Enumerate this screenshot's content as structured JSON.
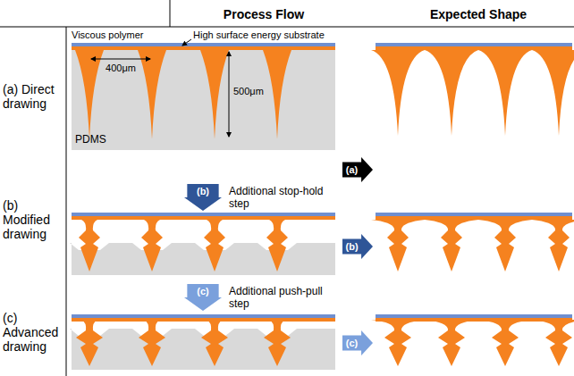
{
  "diagram": {
    "nodes": [
      {
        "text": [
          "(a)"
        ]
      },
      {
        "text": [
          "(b)"
        ]
      },
      {
        "text": [
          "(b)"
        ]
      },
      {
        "text": [
          "(c)"
        ]
      },
      {
        "text": [
          "(c)"
        ]
      }
    ],
    "labels": [
      "Process Flow",
      "Expected Shape",
      "(a) Direct drawing",
      "(b) Modified drawing",
      "(c) Advanced drawing",
      "Viscous polymer",
      "High surface energy substrate",
      "400μm",
      "500μm",
      "PDMS",
      "Additional stop-hold step",
      "Additional push-pull step"
    ]
  }
}
